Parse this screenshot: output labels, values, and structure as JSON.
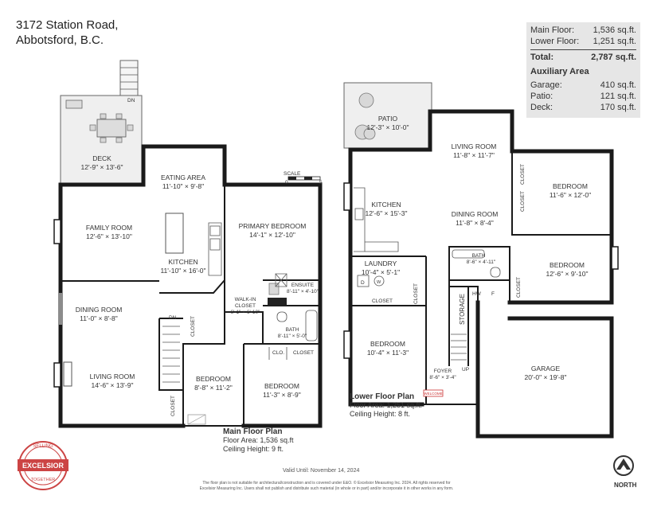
{
  "address": {
    "line1": "3172 Station Road,",
    "line2": "Abbotsford, B.C."
  },
  "summary": {
    "main_label": "Main Floor:",
    "main_value": "1,536 sq.ft.",
    "lower_label": "Lower Floor:",
    "lower_value": "1,251 sq.ft.",
    "total_label": "Total:",
    "total_value": "2,787 sq.ft.",
    "aux_title": "Auxiliary Area",
    "garage_label": "Garage:",
    "garage_value": "410 sq.ft.",
    "patio_label": "Patio:",
    "patio_value": "121 sq.ft.",
    "deck_label": "Deck:",
    "deck_value": "170 sq.ft."
  },
  "scale": {
    "label": "SCALE",
    "start": "0",
    "end": "5"
  },
  "main_floor": {
    "rooms": {
      "deck": {
        "name": "DECK",
        "dim": "12'-9\" × 13'-6\""
      },
      "eating": {
        "name": "EATING AREA",
        "dim": "11'-10\" × 9'-8\""
      },
      "family": {
        "name": "FAMILY ROOM",
        "dim": "12'-6\" × 13'-10\""
      },
      "kitchen": {
        "name": "KITCHEN",
        "dim": "11'-10\" × 16'-0\""
      },
      "primary": {
        "name": "PRIMARY BEDROOM",
        "dim": "14'-1\" × 12'-10\""
      },
      "walkin": {
        "name": "WALK-IN",
        "name2": "CLOSET",
        "dim": "6'-1\" × 6'-10\""
      },
      "ensuite": {
        "name": "ENSUITE",
        "dim": "8'-11\" × 4'-10\""
      },
      "dining": {
        "name": "DINING ROOM",
        "dim": "11'-0\" × 8'-8\""
      },
      "bath": {
        "name": "BATH",
        "dim": "8'-11\" × 5'-0\""
      },
      "living": {
        "name": "LIVING ROOM",
        "dim": "14'-6\" × 13'-9\""
      },
      "bedroom1": {
        "name": "BEDROOM",
        "dim": "8'-8\" × 11'-2\""
      },
      "bedroom2": {
        "name": "BEDROOM",
        "dim": "11'-3\" × 8'-9\""
      }
    },
    "labels": {
      "dn_top": "DN",
      "dn_stair": "DN",
      "closet_a": "CLOSET",
      "closet_b": "CLOSET",
      "clo": "CLO.",
      "closet_c": "CLOSET"
    },
    "caption": {
      "title": "Main Floor Plan",
      "area": "Floor Area: 1,536 sq.ft",
      "height": "Ceiling Height: 9 ft."
    }
  },
  "lower_floor": {
    "rooms": {
      "patio": {
        "name": "PATIO",
        "dim": "12'-3\" × 10'-0\""
      },
      "living": {
        "name": "LIVING ROOM",
        "dim": "11'-8\" × 11'-7\""
      },
      "bedroom_a": {
        "name": "BEDROOM",
        "dim": "11'-6\" × 12'-0\""
      },
      "kitchen": {
        "name": "KITCHEN",
        "dim": "12'-6\" × 15'-3\""
      },
      "dining": {
        "name": "DINING ROOM",
        "dim": "11'-8\" × 8'-4\""
      },
      "laundry": {
        "name": "LAUNDRY",
        "dim": "10'-4\" × 5'-1\""
      },
      "bath": {
        "name": "BATH",
        "dim": "8'-6\" × 4'-11\""
      },
      "bedroom_b": {
        "name": "BEDROOM",
        "dim": "12'-6\" × 9'-10\""
      },
      "bedroom_c": {
        "name": "BEDROOM",
        "dim": "10'-4\" × 11'-3\""
      },
      "garage": {
        "name": "GARAGE",
        "dim": "20'-0\" × 19'-8\""
      },
      "foyer": {
        "name": "FOYER",
        "dim": "8'-6\" × 3'-4\""
      }
    },
    "labels": {
      "closet_1": "CLOSET",
      "closet_2": "CLOSET",
      "closet_3": "CLOSET",
      "closet_4": "CLOSET",
      "closet_5": "CLOSET",
      "storage": "STORAGE",
      "hw": "HW",
      "f": "F",
      "d": "D",
      "w": "W",
      "up": "UP",
      "welcome": "WELCOME"
    },
    "caption": {
      "title": "Lower Floor Plan",
      "area": "Floor Area: 1,251 sq.ft.",
      "height": "Ceiling Height: 8 ft."
    }
  },
  "logo": {
    "top": "SELLING",
    "middle": "EXCELSIOR",
    "bottom": "TOGETHER"
  },
  "valid_until": "Valid Until: November 14, 2024",
  "footer": {
    "line1": "The floor plan is not suitable for architectural/construction and is covered under E&O. © Excelsior Measuring Inc. 2024. All rights reserved for",
    "line2": "Excelsior Measuring Inc. Users shall not publish and distribute such material (in whole or in part) and/or incorporate it in other works in any form."
  },
  "north": "NORTH"
}
